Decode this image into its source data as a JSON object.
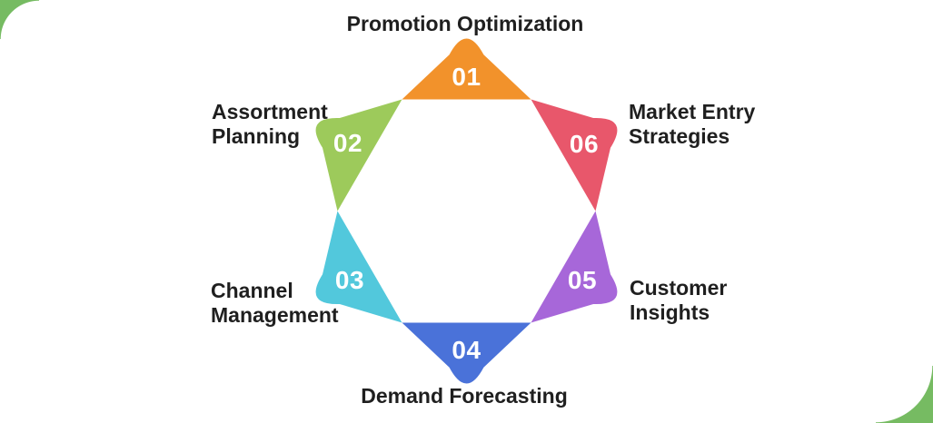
{
  "page": {
    "background_color": "#ffffff",
    "corner_accent_color": "#76BB62",
    "label_text_color": "#1f1f1f",
    "number_text_color": "#ffffff"
  },
  "diagram": {
    "items": [
      {
        "number": "01",
        "label": "Promotion Optimization",
        "color": "#F2922B"
      },
      {
        "number": "02",
        "label": "Assortment\nPlanning",
        "color": "#9DCA5B"
      },
      {
        "number": "03",
        "label": "Channel\nManagement",
        "color": "#52C8DC"
      },
      {
        "number": "04",
        "label": "Demand Forecasting",
        "color": "#4A72D9"
      },
      {
        "number": "05",
        "label": "Customer\nInsights",
        "color": "#A767D9"
      },
      {
        "number": "06",
        "label": "Market Entry\nStrategies",
        "color": "#E8576B"
      }
    ]
  }
}
